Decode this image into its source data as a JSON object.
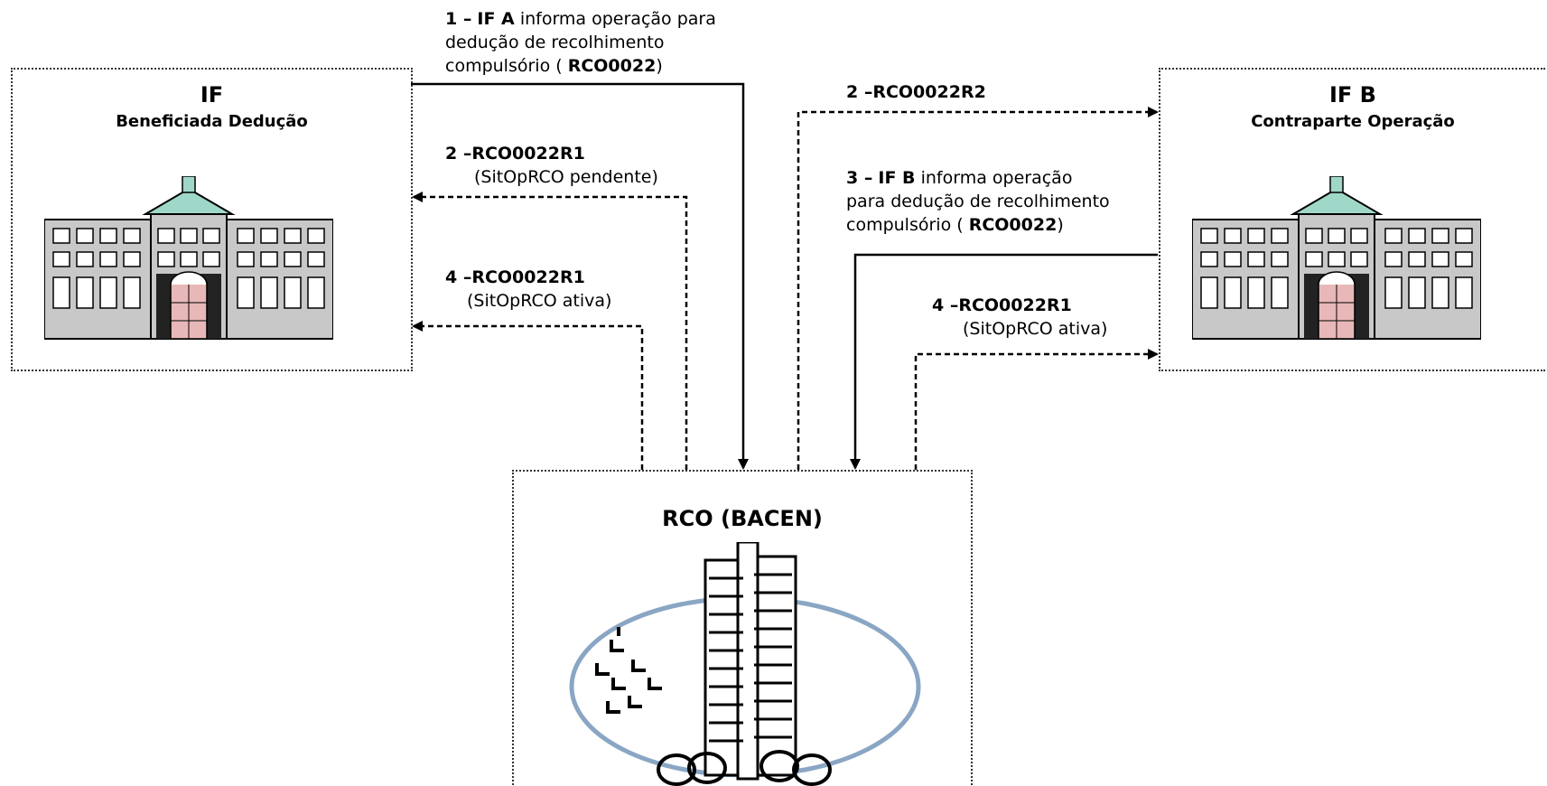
{
  "nodes": {
    "if_a": {
      "title": "IF",
      "subtitle": "Beneficiada Dedução"
    },
    "if_b": {
      "title": "IF B",
      "subtitle": "Contraparte Operação"
    },
    "rco": {
      "title": "RCO (BACEN)"
    }
  },
  "labels": {
    "step1": {
      "number": "1 –",
      "actor": "IF A",
      "line1_rest": "informa operação para",
      "line2": "dedução de recolhimento",
      "line3_pre": "compulsório (",
      "code": "RCO0022",
      "line3_post": ")"
    },
    "step2_r1": {
      "code": "2 –RCO0022R1",
      "detail": "(SitOpRCO  pendente)"
    },
    "step4_r1_left": {
      "code": "4 –RCO0022R1",
      "detail": "(SitOpRCO  ativa)"
    },
    "step2_r2": {
      "code": "2 –RCO0022R2"
    },
    "step3": {
      "number": "3 –",
      "actor": "IF B",
      "line1_rest": "informa operação",
      "line2": "para dedução de recolhimento",
      "line3_pre": "compulsório (",
      "code": "RCO0022",
      "line3_post": ")"
    },
    "step4_r1_right": {
      "code": "4 –RCO0022R1",
      "detail": "(SitOpRCO  ativa)"
    }
  },
  "colors": {
    "building_wall": "#c8c8c8",
    "building_roof": "#9fd8c8",
    "door": "#e8b8b8",
    "ellipse_stroke": "#8aa6c4",
    "line": "#000000"
  },
  "icons": {
    "bank_building": "building-icon",
    "central_bank": "bacen-tower-icon"
  }
}
